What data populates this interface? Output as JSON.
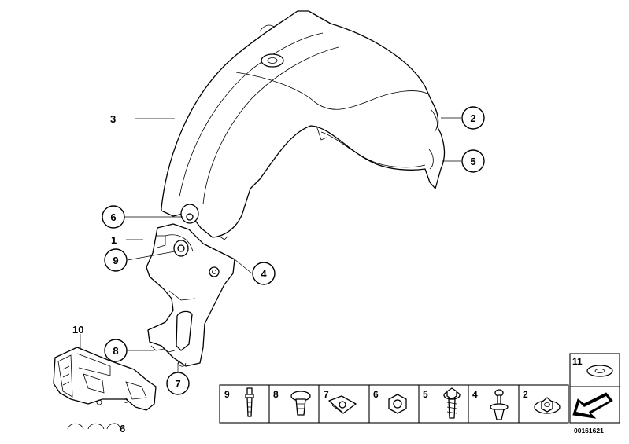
{
  "diagram": {
    "labels": {
      "part_3": "3",
      "part_2": "2",
      "part_5": "5",
      "part_6_upper": "6",
      "part_1": "1",
      "part_9": "9",
      "part_4": "4",
      "part_10": "10",
      "part_8": "8",
      "part_7": "7",
      "part_6_lower": "6"
    },
    "fastener_panel": {
      "cells": [
        "9",
        "8",
        "7",
        "6",
        "5",
        "4",
        "2"
      ],
      "extra_cell": "11"
    },
    "document_id": "00161621"
  }
}
